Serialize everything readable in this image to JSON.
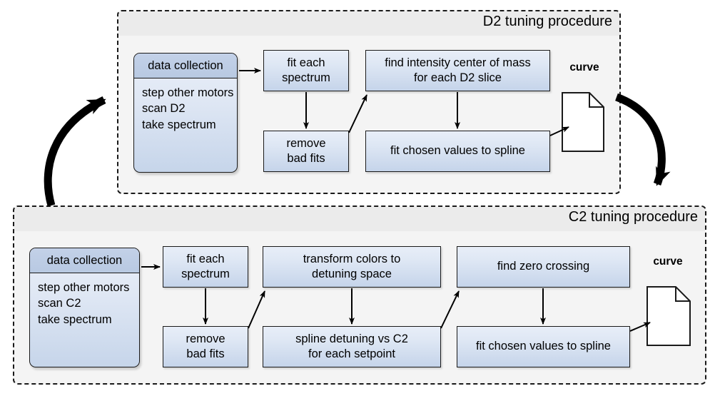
{
  "diagram": {
    "title": "D2 and C2 tuning procedures flowchart",
    "colors": {
      "node_fill_top": "#e8eef8",
      "node_fill_bottom": "#c5d4ea",
      "node_border": "#1a1a1a",
      "header_fill": "#b8c9e2",
      "group_bg": "#f4f4f4",
      "group_header_bg": "#ebebeb",
      "arrow": "#000000",
      "doc_fill": "#ffffff"
    }
  },
  "groups": [
    {
      "id": "d2",
      "title": "D2 tuning procedure",
      "data_collection": {
        "header": "data collection",
        "steps": [
          "step other motors",
          "scan D2",
          "take spectrum"
        ]
      },
      "nodes": [
        {
          "id": "fit-each-spectrum",
          "lines": [
            "fit each",
            "spectrum"
          ]
        },
        {
          "id": "remove-bad-fits",
          "lines": [
            "remove",
            "bad fits"
          ]
        },
        {
          "id": "find-intensity-center-of-mass",
          "lines": [
            "find intensity center of mass",
            "for each D2 slice"
          ]
        },
        {
          "id": "fit-chosen-values-to-spline",
          "lines": [
            "fit chosen values to spline"
          ]
        }
      ],
      "output": {
        "id": "curve-d2",
        "label": "curve"
      }
    },
    {
      "id": "c2",
      "title": "C2 tuning procedure",
      "data_collection": {
        "header": "data collection",
        "steps": [
          "step other motors",
          "scan C2",
          "take spectrum"
        ]
      },
      "nodes": [
        {
          "id": "fit-each-spectrum",
          "lines": [
            "fit each",
            "spectrum"
          ]
        },
        {
          "id": "remove-bad-fits",
          "lines": [
            "remove",
            "bad fits"
          ]
        },
        {
          "id": "transform-colors-to-detuning-space",
          "lines": [
            "transform colors to",
            "detuning space"
          ]
        },
        {
          "id": "spline-detuning-vs-c2",
          "lines": [
            "spline detuning vs C2",
            "for each setpoint"
          ]
        },
        {
          "id": "find-zero-crossing",
          "lines": [
            "find zero crossing"
          ]
        },
        {
          "id": "fit-chosen-values-to-spline",
          "lines": [
            "fit chosen values to spline"
          ]
        }
      ],
      "output": {
        "id": "curve-c2",
        "label": "curve"
      }
    }
  ]
}
